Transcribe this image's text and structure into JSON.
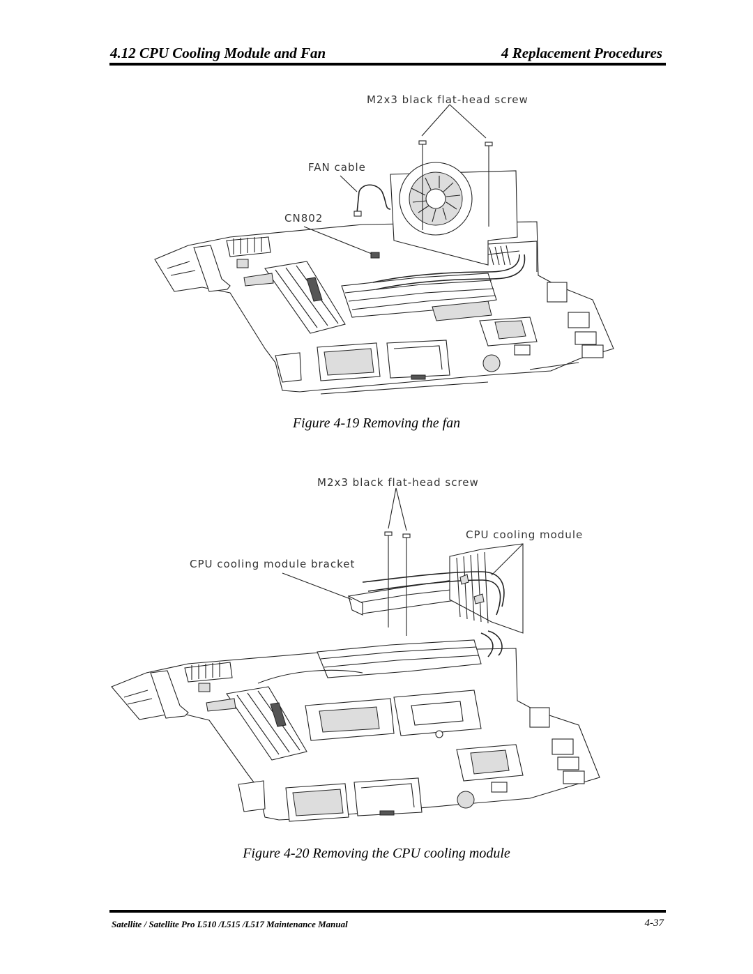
{
  "header": {
    "section_title": "4.12 CPU Cooling Module and Fan",
    "chapter_title": "4 Replacement Procedures"
  },
  "figure1": {
    "labels": {
      "screw": "M2x3 black flat-head screw",
      "fan_cable": "FAN cable",
      "connector": "CN802"
    },
    "caption": "Figure 4-19 Removing the fan"
  },
  "figure2": {
    "labels": {
      "screw": "M2x3 black flat-head screw",
      "module": "CPU cooling module",
      "bracket": "CPU cooling module bracket"
    },
    "caption": "Figure 4-20 Removing the CPU cooling module"
  },
  "footer": {
    "manual_title": "Satellite / Satellite Pro L510 /L515 /L517   Maintenance Manual",
    "page_number": "4-37"
  }
}
